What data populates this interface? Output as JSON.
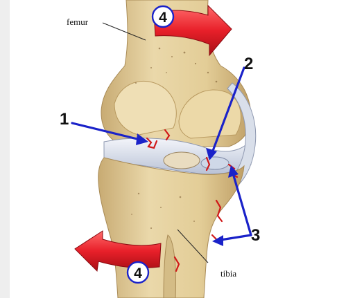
{
  "labels": {
    "femur": "femur",
    "tibia": "tibia"
  },
  "callouts": {
    "one": "1",
    "two": "2",
    "three": "3",
    "four_top": "4",
    "four_bottom": "4"
  },
  "colors": {
    "arrow_blue": "#1a22c9",
    "rotation_red": "#e8202a",
    "bone": "#e9d6a6",
    "bone_shadow": "#c9ad76",
    "cartilage": "#dfe4ee",
    "tear_red": "#d01818"
  }
}
